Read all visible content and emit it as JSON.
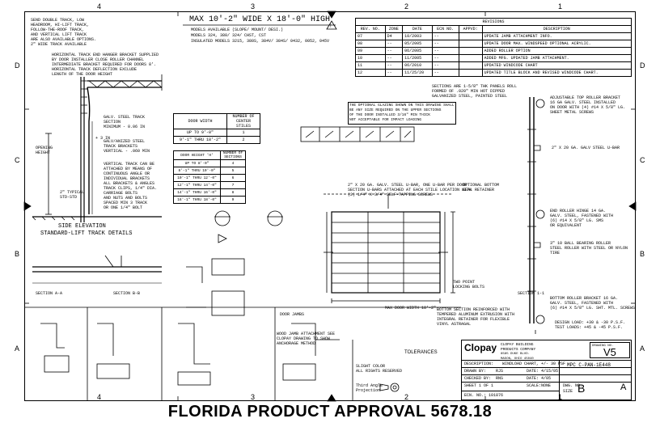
{
  "zones": {
    "top": [
      "4",
      "3",
      "2",
      "1"
    ],
    "left": [
      "D",
      "C",
      "B",
      "A"
    ]
  },
  "title": {
    "main": "MAX 10'-2\" WIDE X 18'-0\" HIGH",
    "line1": "MODELS AVAILABLE (SLOPE/ MOUNT/ DESI.)",
    "line2": "MODELS 324, 380/ 324/ CHST, CST",
    "line3": "INSULATED MODELS 3215, 380S, 384V/ 384S/ 0432, 0052, 045V"
  },
  "top_left_note": "SEND DOUBLE TRACK, LOW\nHEADROOM, HI-LIFT TRACK,\nFOLLOW-THE-ROOF TRACK,\nAND VERTICAL LIFT TRACK\nARE ALSO AVAILABLE OPTIONS.\n2\" WIDE TRACK AVAILABLE",
  "bracket_note": "HORIZONTAL TRACK END HANGER BRACKET SUPPLIED\nBY DOOR INSTALLER CLOSE ROLLER CHANNEL\nINTERMEDIATE BRACKET REQUIRED FOR DOORS 8'.\nHORIZONTAL TRACK DEFLECTION EXCLUDE\nLENGTH OF THE DOOR HEIGHT",
  "revisions": {
    "title": "REVISIONS",
    "headers": [
      "REV. NO.",
      "ZONE",
      "DATE",
      "ECN NO.",
      "APPVD:",
      "DESCRIPTION"
    ],
    "rows": [
      [
        "07",
        "D4",
        "10/2003",
        "--",
        "",
        "UPDATE JAMB ATTACHMENT INFO."
      ],
      [
        "08",
        "--",
        "05/2005",
        "--",
        "",
        "UPDATE DOOR MAX. WINDSPEED OPTIONAL ACRYLIC."
      ],
      [
        "09",
        "--",
        "06/2005",
        "--",
        "",
        "ADDED ROLLER OPTION"
      ],
      [
        "10",
        "--",
        "11/2005",
        "--",
        "",
        "ADDED MFG. UPDATED JAMB ATTACHMENT."
      ],
      [
        "11",
        "--",
        "06/2010",
        "--",
        "",
        "UPDATED WINDCODE CHART"
      ],
      [
        "12",
        "--",
        "11/25/20",
        "--",
        "",
        "UPDATED TITLE BLOCK AND REVISED WINDCODE CHART."
      ]
    ]
  },
  "stiles_table": {
    "headers": [
      "DOOR WIDTH",
      "NUMBER OF CENTER STILES"
    ],
    "rows": [
      [
        "UP TO 9'-0\"",
        "1"
      ],
      [
        "9'-1\" THRU 18'-2\"",
        "2"
      ]
    ]
  },
  "sections_table": {
    "headers": [
      "DOOR HEIGHT 'H'",
      "NUMBER OF SECTIONS"
    ],
    "rows": [
      [
        "UP TO 8'-0\"",
        "4"
      ],
      [
        "8'-1\" THRU 10'-0\"",
        "5"
      ],
      [
        "10'-1\" THRU 12'-0\"",
        "6"
      ],
      [
        "12'-1\" THRU 14'-0\"",
        "7"
      ],
      [
        "14'-1\" THRU 16'-0\"",
        "8"
      ],
      [
        "16'-1\" THRU 18'-0\"",
        "9"
      ]
    ]
  },
  "side_elevation": {
    "title1": "SIDE ELEVATION",
    "title2": "STANDARD-LIFT TRACK DETAILS"
  },
  "labels": {
    "opening_height": "OPENING\nHEIGHT",
    "galv_track": "GALV. STEEL TRACK\nSECTION\nMINIMUM - 0.06 IN",
    "galv_steel_track": "GALV/ANIZED STEEL\nTRACK BRACKETS\nVERTICAL - .060 MIN",
    "typical_spacing": "2\" TYPICAL\nSTD-STD",
    "plus3in": "+ 3 IN",
    "vertical_track": "VERTICAL TRACK CAN BE\nATTACHED BY MEANS OF\nCONTINUOUS ANGLE OR\nINDIVIDUAL BRACKETS\nALL BRACKETS & ANGLES\nTRACK CLIPS, 1/4\" DIA.\nCARRIAGE BOLTS\nAND NUTS AND BOLTS\nSPACED MIN 3 TRACK\nOR ONE 1/4\" BOLT",
    "section_panel": "SECTIONS ARE 1-5/8\" THK PANELS ROLL\nFORMED OF .020\" MIN HOT DIPPED\nGALVANIZED STEEL, PAINTED STEEL",
    "optional_glazing": "THE OPTIONAL GLAZING SHOWN ON THIS DRAWING SHALL\nBE ANY SIZE REQUIRED ON THE UPPER SECTIONS\nOF THE DOOR INSTALLED 3/16\" MIN THICK\nNOT ACCEPTABLE FOR IMPACT LOADING",
    "typical_strut": "2\" X 20 GA. GALV. STEEL U-BAR, ONE U-BAR PER DOOR\nSECTION U-BARS ATTACHED AT EACH STILE LOCATION WITH\n(2) 1/4\" X 3/4\" SELF-TAPPING SCREWS",
    "optional_bottom": "OPTIONAL BOTTOM\nSEAL RETAINER",
    "adjustable_roller": "ADJUSTABLE TOP ROLLER BRACKET\n16 GA GALV. STEEL INSTALLED\nON DOOR WITH (4) #14 X 5/8\" LG.\nSHEET METAL SCREWS",
    "ubar_right": "2\" X 20 GA. GALV STEEL U-BAR",
    "end_roller": "END ROLLER HINGE 14 GA.\nGALV. STEEL, FASTENED WITH\n(6) #14 X 5/8\" LG. SMS\nOR EQUIVALENT",
    "shaft_roller": "3\" 10 BALL BEARING ROLLER\nSTEEL ROLLER WITH STEEL OR NYLON\nTIRE",
    "bottom_roller": "BOTTOM ROLLER BRACKET 16 GA.\nGALV. STEEL, FASTENED WITH\n(6) #14 X 5/8\" LG. SHT. MTL. SCREWS",
    "design_load": "DESIGN LOAD: +30 & -30 P.S.F.\nTEST LOADS: +45 & -45 P.S.F.",
    "max_door_width": "MAX DOOR WIDTH 18'-2\"",
    "two_point": "TWO POINT\nLOCKING BOLTS",
    "section_a": "SECTION A-A",
    "section_b": "SECTION B-B",
    "section_1": "SECTION 1-1",
    "door_jambs": "DOOR JAMBS",
    "bottom_section": "BOTTOM SECTION REINFORCED WITH\nTEMPERED ALUMINUM EXTRUSION WITH\nINTEGRAL RETAINER FOR FLEXIBLE\nVINYL ASTRAGAL",
    "slight_color": "SLIGHT COLOR\nALL RIGHTS RESERVED",
    "third_angle": "Third Angle\nProjection",
    "tolerances": "TOLERANCES",
    "wood_jamb": "WOOD JAMB ATTACHMENT SEE\nCLOPAY DRAWING TO SHOW\nANCHORAGE METHOD"
  },
  "title_block": {
    "company": "Clopay",
    "company_sub": "CLOPAY BUILDING\nPRODUCTS COMPANY",
    "address": "8585 DUKE BLVD.\nMASON, OHIO 45040",
    "description_label": "DESCRIPTION:",
    "description": "WINDLOAD CHART, +/- 30 PSF",
    "drawn_by_label": "DRAWN BY:",
    "drawn_by": "RJS",
    "date_label": "DATE:",
    "date_value": "4/15/05",
    "checked_label": "CHECKED BY:",
    "checked_by": "RNS",
    "date2_value": "4/05",
    "scale_label": "SCALE:",
    "scale": "NONE",
    "dwg_label": "DWG. NO.",
    "sheet": "SHEET 1 OF 1",
    "size_label": "SIZE",
    "size": "B",
    "rev_letter": "A",
    "drawing_no_label": "DRAWING NO.",
    "drawing_no": "MPC C-PAN-1E448",
    "rev_big": "V5",
    "ecn": "ECN. NO.: 101876"
  },
  "footer": "FLORIDA PRODUCT APPROVAL 5678.18"
}
